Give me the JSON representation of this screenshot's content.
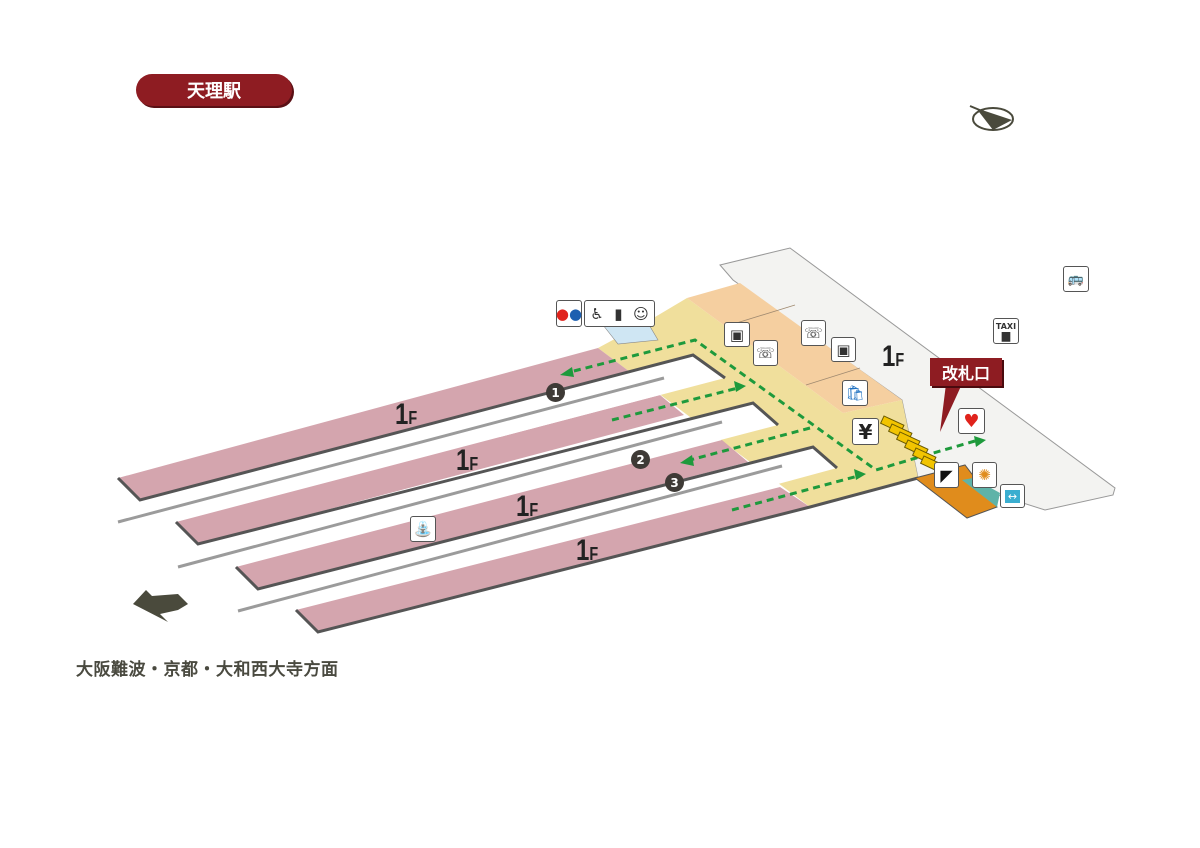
{
  "station_name": "天理駅",
  "gate_label": "改札口",
  "direction_text": "大阪難波・京都・大和西大寺方面",
  "floor_label": "1",
  "floor_suffix": "F",
  "platform_numbers": [
    "1",
    "2",
    "3"
  ],
  "taxi_text": "TAXI",
  "yen_text": "¥",
  "colors": {
    "platform": "#d4a5ae",
    "concourse": "#f0df9c",
    "shops": "#f5cfa0",
    "building": "#f3f3f1",
    "accent": "#8e1c22",
    "route": "#1e9a3c",
    "gate": "#f2c400",
    "orange": "#e08c1c",
    "teal": "#5fb3a8"
  },
  "icons": [
    "toilet-icon",
    "accessible-toilet-icon",
    "ostomy-icon",
    "baby-care-icon",
    "coin-locker-icon",
    "phone-icon",
    "shop-icon",
    "ticket-machine-icon",
    "aed-icon",
    "ticket-office-icon",
    "waiting-room-icon",
    "elevator-icon",
    "bus-icon",
    "taxi-icon",
    "lounge-icon",
    "compass-icon"
  ]
}
